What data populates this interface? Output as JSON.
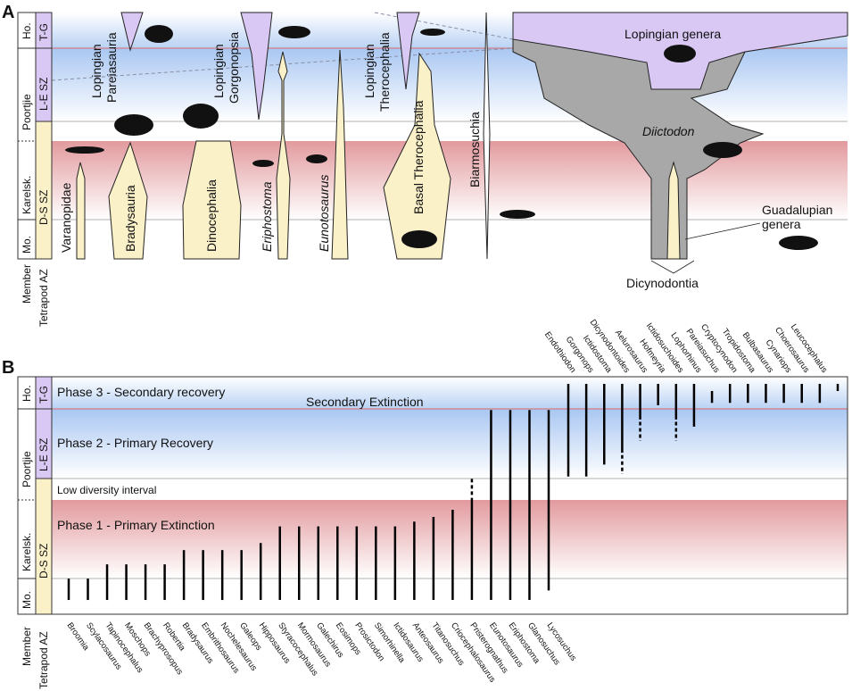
{
  "panelA": {
    "panel_label": "A",
    "member_column": {
      "members": [
        "Ho.",
        "Poortjie",
        "Karelsk.",
        "Mo."
      ],
      "zones": [
        "T-G",
        "L-E SZ",
        "D-S SZ"
      ],
      "axis_labels": [
        "Member",
        "Tetrapod AZ"
      ]
    },
    "taxa": [
      {
        "label": "Varanopidae",
        "italic": false
      },
      {
        "label": "Bradysauria",
        "italic": false
      },
      {
        "label": "Dinocephalia",
        "italic": false
      },
      {
        "label": "Eriphostoma",
        "italic": true
      },
      {
        "label": "Eunotosaurus",
        "italic": true
      },
      {
        "label": "Basal Therocephalia",
        "italic": false
      },
      {
        "label": "Biarmosuchia",
        "italic": false
      }
    ],
    "lopingian_labels": [
      [
        "Lopingian",
        "Pareiasauria"
      ],
      [
        "Lopingian",
        "Gorgonopsia"
      ],
      [
        "Lopingian",
        "Therocephalia"
      ]
    ],
    "dicynodont_labels": {
      "lopingian_genera": "Lopingian genera",
      "diictodon": "Diictodon",
      "guadalupian_genera": [
        "Guadalupian",
        "genera"
      ],
      "dicynodontia": "Dicynodontia"
    }
  },
  "panelB": {
    "panel_label": "B",
    "member_column": {
      "members": [
        "Ho.",
        "Poortjie",
        "Karelsk.",
        "Mo."
      ],
      "zones": [
        "T-G",
        "L-E SZ",
        "D-S SZ"
      ],
      "axis_labels": [
        "Member",
        "Tetrapod AZ"
      ]
    },
    "phases": [
      "Phase 3 - Secondary recovery",
      "Secondary Extinction",
      "Phase 2 - Primary Recovery",
      "Low diversity interval",
      "Phase 1 - Primary Extinction"
    ],
    "chart_data": {
      "type": "range chart",
      "levels_bottom_to_top": [
        "Mo.",
        "Karelsk. (D-S SZ)",
        "Low diversity interval",
        "L-E SZ",
        "T-G"
      ],
      "bottom_genera": [
        {
          "name": "Broomia",
          "first": 0.6,
          "last": 1.5
        },
        {
          "name": "Scylacosaurus",
          "first": 0.6,
          "last": 1.5
        },
        {
          "name": "Tapinocephalus",
          "first": 0.6,
          "last": 2.1
        },
        {
          "name": "Moschops",
          "first": 0.6,
          "last": 2.1
        },
        {
          "name": "Brachyprosopus",
          "first": 0.6,
          "last": 2.1
        },
        {
          "name": "Robertia",
          "first": 0.6,
          "last": 2.1
        },
        {
          "name": "Bradysaurus",
          "first": 0.6,
          "last": 2.7
        },
        {
          "name": "Embrithosaurus",
          "first": 0.6,
          "last": 2.7
        },
        {
          "name": "Nochelesaurus",
          "first": 0.6,
          "last": 2.7
        },
        {
          "name": "Galeops",
          "first": 0.6,
          "last": 2.7
        },
        {
          "name": "Hipposaurus",
          "first": 0.6,
          "last": 3.0
        },
        {
          "name": "Styracocephalus",
          "first": 0.6,
          "last": 3.7
        },
        {
          "name": "Mormosaurus",
          "first": 0.6,
          "last": 3.7
        },
        {
          "name": "Galechirus",
          "first": 0.6,
          "last": 3.7
        },
        {
          "name": "Eosimops",
          "first": 0.6,
          "last": 3.7
        },
        {
          "name": "Prosictodon",
          "first": 0.6,
          "last": 3.7
        },
        {
          "name": "Simorhinella",
          "first": 0.6,
          "last": 3.7
        },
        {
          "name": "Ictidosaurus",
          "first": 0.6,
          "last": 3.7
        },
        {
          "name": "Anteosaurus",
          "first": 0.6,
          "last": 3.9
        },
        {
          "name": "Titanosuchus",
          "first": 0.6,
          "last": 4.1
        },
        {
          "name": "Criocephalosaurus",
          "first": 0.6,
          "last": 4.4
        },
        {
          "name": "Pristerognathus",
          "first": 0.6,
          "last": 4.9,
          "dashed_above": true
        },
        {
          "name": "Eunotosaurus",
          "first": 0.6,
          "last": 8.6
        },
        {
          "name": "Eriphostoma",
          "first": 0.6,
          "last": 8.6
        },
        {
          "name": "Glanosuchus",
          "first": 0.6,
          "last": 8.6
        },
        {
          "name": "Lycosuchus",
          "first": 1.0,
          "last": 8.6
        }
      ],
      "top_genera": [
        {
          "name": "Endothiodon",
          "first": 5.8,
          "last": 9.7
        },
        {
          "name": "Gorgonops",
          "first": 5.8,
          "last": 9.7
        },
        {
          "name": "Ictidostoma",
          "first": 6.3,
          "last": 9.7
        },
        {
          "name": "Dicynodontoides",
          "first": 6.8,
          "last": 9.7,
          "dashed_below": true
        },
        {
          "name": "Aelurosaurus",
          "first": 8.2,
          "last": 9.7,
          "dashed_below": true
        },
        {
          "name": "Hofmeyria",
          "first": 8.8,
          "last": 9.7
        },
        {
          "name": "Ictidosuchoides",
          "first": 8.2,
          "last": 9.7,
          "dashed_below": true
        },
        {
          "name": "Lophorhinus",
          "first": 7.9,
          "last": 9.7
        },
        {
          "name": "Pareiasuchus",
          "first": 8.9,
          "last": 9.4
        },
        {
          "name": "Cryptocynodon",
          "first": 8.9,
          "last": 9.7
        },
        {
          "name": "Tropidostoma",
          "first": 8.9,
          "last": 9.7
        },
        {
          "name": "Bulbasaurus",
          "first": 8.9,
          "last": 9.7
        },
        {
          "name": "Cynariops",
          "first": 8.9,
          "last": 9.7
        },
        {
          "name": "Choerosaurus",
          "first": 8.9,
          "last": 9.7
        },
        {
          "name": "Leucocephalus",
          "first": 8.9,
          "last": 9.7
        },
        {
          "name": "",
          "first": 9.4,
          "last": 9.7
        }
      ]
    }
  },
  "colors": {
    "pink_band": "#e7a7aa",
    "blue_band": "#b6cff3",
    "purple": "#d8c8f3",
    "cream": "#fbf1c9",
    "grey": "#a8a8a8",
    "red_line": "#d96a6a"
  }
}
